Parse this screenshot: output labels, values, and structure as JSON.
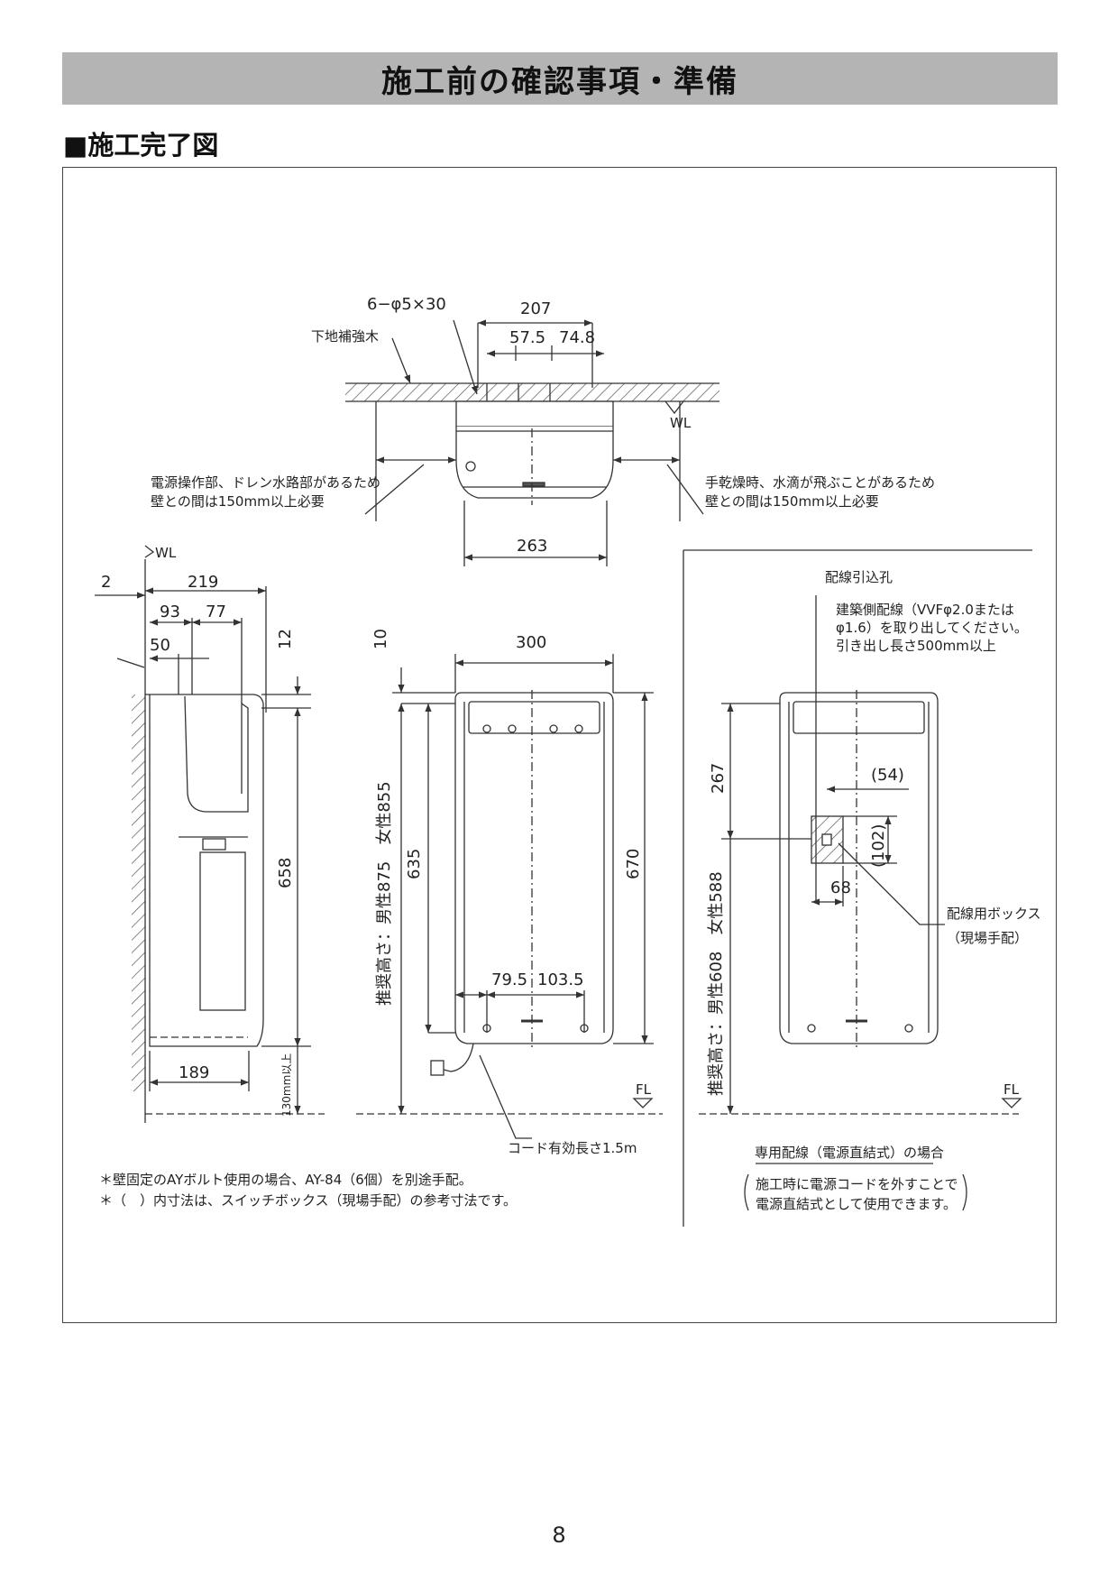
{
  "header": {
    "title": "施工前の確認事項・準備"
  },
  "section": {
    "title": "■施工完了図"
  },
  "top_view": {
    "holes": "6−φ5×30",
    "reinforcement": "下地補強木",
    "dim_total": "207",
    "dim_a": "57.5",
    "dim_b": "74.8",
    "wl": "WL",
    "left_note_1": "電源操作部、ドレン水路部があるため",
    "left_note_2": "壁との間は150mm以上必要",
    "right_note_1": "手乾燥時、水滴が飛ぶことがあるため",
    "right_note_2": "壁との間は150mm以上必要",
    "width": "263"
  },
  "side_view": {
    "wl": "WL",
    "d2": "2",
    "d219": "219",
    "d93": "93",
    "d77": "77",
    "d50": "50",
    "d12": "12",
    "d658": "658",
    "d189": "189",
    "d130": "130mm以上"
  },
  "front_view": {
    "d10": "10",
    "d300": "300",
    "recommend": "推奨高さ：男性875　女性855",
    "d635": "635",
    "d670": "670",
    "d795": "79.5",
    "d1035": "103.5",
    "fl": "FL",
    "cord": "コード有効長さ1.5m"
  },
  "direct_view": {
    "hole": "配線引込孔",
    "wire_1": "建築側配線（VVFφ2.0または",
    "wire_2": "φ1.6）を取り出してください。",
    "wire_3": "引き出し長さ500mm以上",
    "d267": "267",
    "d54": "(54)",
    "d102": "(102)",
    "d68": "68",
    "box_1": "配線用ボックス",
    "box_2": "（現場手配）",
    "recommend": "推奨高さ：男性608　女性588",
    "fl": "FL",
    "title": "専用配線（電源直結式）の場合",
    "note_1": "施工時に電源コードを外すことで",
    "note_2": "電源直結式として使用できます。"
  },
  "notes": {
    "n1": "＊壁固定のAYボルト使用の場合、AY-84（6個）を別途手配。",
    "n2": "＊（　）内寸法は、スイッチボックス（現場手配）の参考寸法です。"
  },
  "page": {
    "number": "8"
  }
}
